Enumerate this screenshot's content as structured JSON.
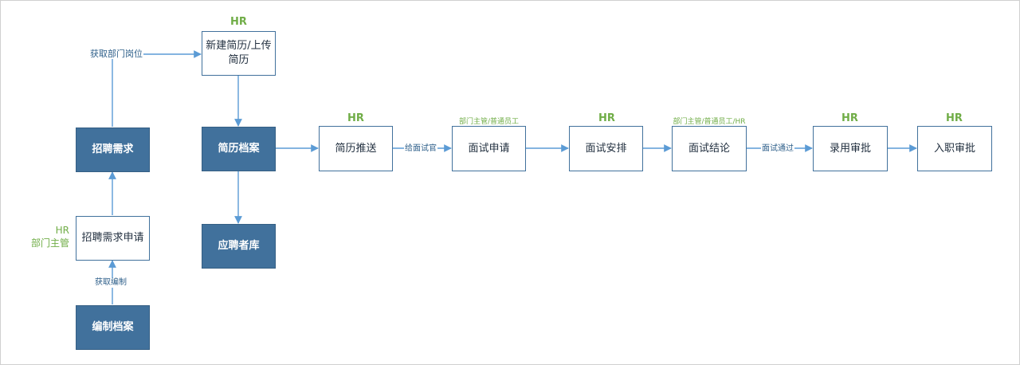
{
  "colors": {
    "box_fill": "#41719c",
    "box_border": "#41719c",
    "arrow": "#5b9bd5",
    "role_text": "#70ad47",
    "edge_text": "#2e5f8a"
  },
  "nodes": {
    "bianzhi_dangan": "编制档案",
    "zhaopin_xuqiu_shenqing": "招聘需求申请",
    "zhaopin_xuqiu": "招聘需求",
    "xinjian_jianli": "新建简历/上传简历",
    "jianli_dangan": "简历档案",
    "yingpinzhe_ku": "应聘者库",
    "jianli_tuisong": "简历推送",
    "mianshi_shenqing": "面试申请",
    "mianshi_anpai": "面试安排",
    "mianshi_jielun": "面试结论",
    "luyong_shenpi": "录用审批",
    "ruzhi_shenpi": "入职审批"
  },
  "roles": {
    "xinjian_jianli": "HR",
    "zhaopin_shenqing_line1": "HR",
    "zhaopin_shenqing_line2": "部门主管",
    "jianli_tuisong": "HR",
    "mianshi_shenqing": "部门主管/普通员工",
    "mianshi_anpai": "HR",
    "mianshi_jielun": "部门主管/普通员工/HR",
    "luyong_shenpi": "HR",
    "ruzhi_shenpi": "HR"
  },
  "edge_labels": {
    "huoqu_bianzhi": "获取编制",
    "huoqu_bumen_gangwei": "获取部门岗位",
    "gei_mianshiguan": "给面试官",
    "mianshi_tongguo": "面试通过"
  }
}
